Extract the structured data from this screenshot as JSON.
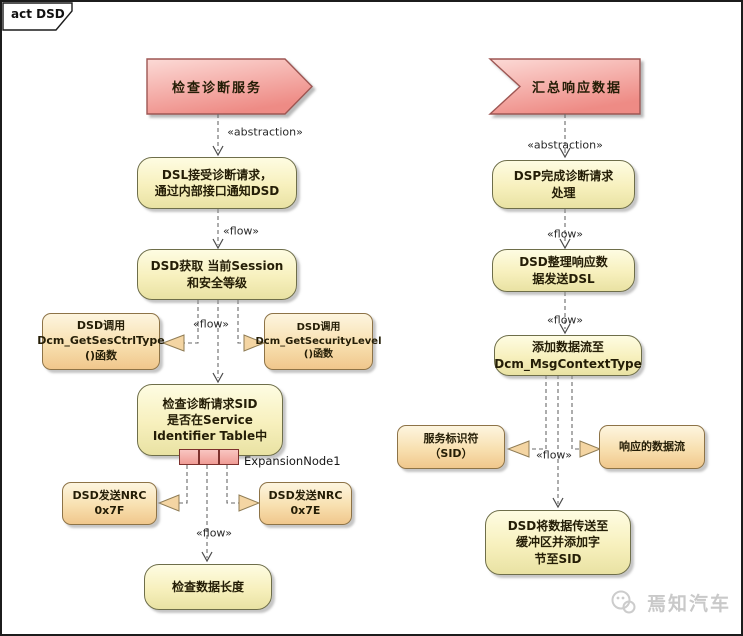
{
  "frame_label": "act DSD",
  "left": {
    "start_signal": "检查诊断服务",
    "abstraction_label": "«abstraction»",
    "flow1": "«flow»",
    "flow2": "«flow»",
    "flow3": "«flow»",
    "node_receive_request": "DSL接受诊断请求，\n通过内部接口通知DSD",
    "node_get_session": "DSD获取 当前Session\n和安全等级",
    "call_sesctrl": "DSD调用\nDcm_GetSesCtrlType\n()函数",
    "call_seclevel": "DSD调用\nDcm_GetSecurityLevel\n()函数",
    "node_check_sid": "检查诊断请求SID\n是否在Service\nIdentifier Table中",
    "expansion_label": "ExpansionNode1",
    "nrc_left": "DSD发送NRC\n0x7F",
    "nrc_right": "DSD发送NRC\n0x7E",
    "node_check_length": "检查数据长度"
  },
  "right": {
    "start_signal": "汇总响应数据",
    "abstraction_label": "«abstraction»",
    "flow1": "«flow»",
    "flow2": "«flow»",
    "flow3": "«flow»",
    "node_dsp_done": "DSP完成诊断请求\n处理",
    "node_arrange_resp": "DSD整理响应数\n据发送DSL",
    "node_add_stream": "添加数据流至\nDcm_MsgContextType",
    "side_sid": "服务标识符\n（SID）",
    "side_resp_stream": "响应的数据流",
    "node_final": "DSD将数据传送至\n缓冲区并添加字\n节至SID"
  },
  "watermark": {
    "text": "焉知汽车"
  },
  "colors": {
    "signal_pink_light": "#fcd9d5",
    "signal_pink_dark": "#ee8b85",
    "activity_cream": "#f7f0bd",
    "call_tan": "#f0c78c",
    "expansion_pink": "#f3aba5",
    "frame_border": "#1c1c1c",
    "watermark_gray": "#c9c9c9"
  }
}
